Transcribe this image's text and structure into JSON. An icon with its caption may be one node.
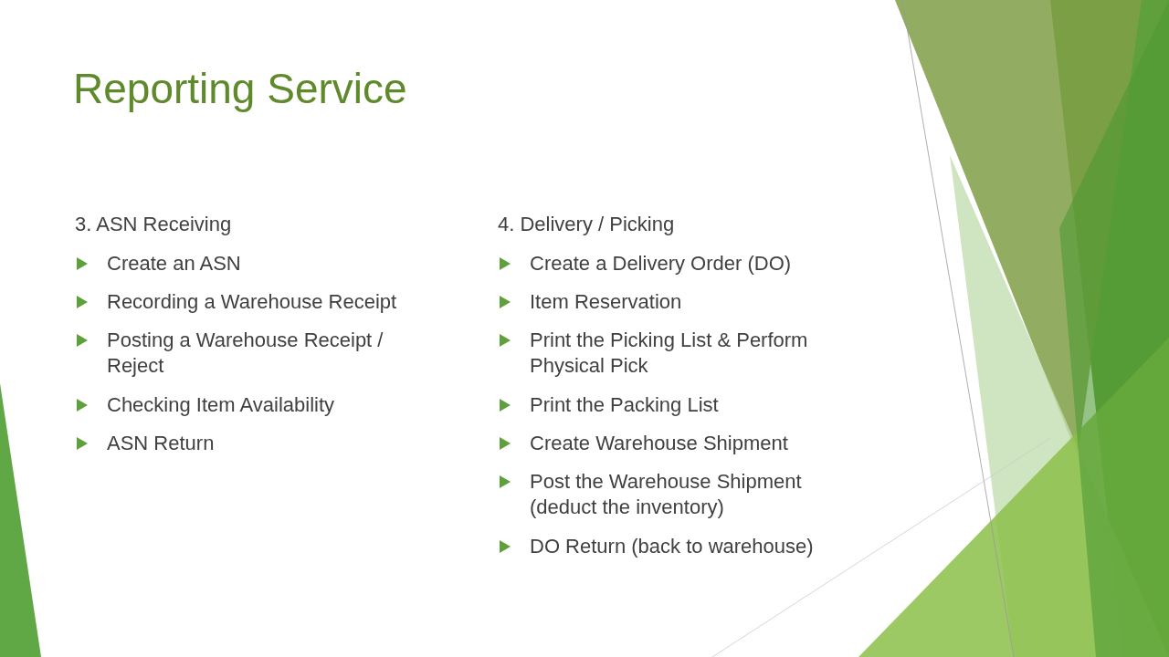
{
  "diagram": {
    "title": "Reporting Service",
    "labels": [
      "3.  ASN Receiving",
      "Create an ASN",
      "Recording a Warehouse Receipt",
      "Posting a Warehouse Receipt / Reject",
      "Checking Item Availability",
      "ASN Return",
      "4.  Delivery / Picking",
      "Create a Delivery Order (DO)",
      "Item Reservation",
      "Print the Picking List & Perform Physical Pick",
      "Print the Packing List",
      "Create Warehouse Shipment",
      "Post the Warehouse Shipment (deduct the inventory)",
      "DO Return (back to warehouse)"
    ]
  }
}
